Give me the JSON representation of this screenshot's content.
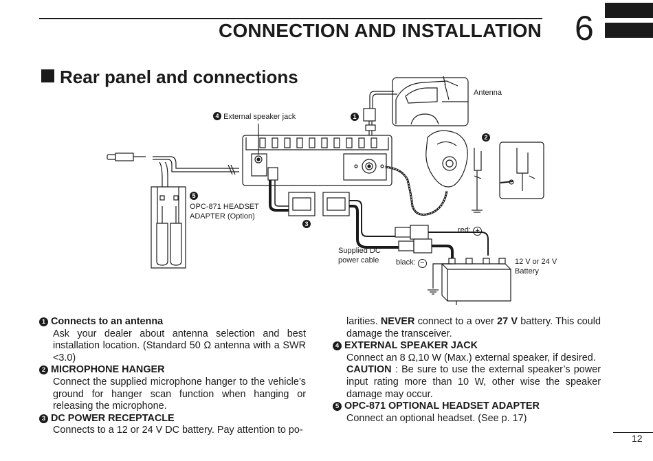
{
  "header": {
    "title": "CONNECTION AND INSTALLATION",
    "chapter_number": "6"
  },
  "section": {
    "title": "Rear panel and connections"
  },
  "diagram": {
    "labels": {
      "antenna": "Antenna",
      "external_speaker_jack": "External speaker jack",
      "headset_adapter_line1": "OPC-871 HEADSET",
      "headset_adapter_line2": "ADAPTER (Option)",
      "power_cable_line1": "Supplied DC",
      "power_cable_line2": "power cable",
      "red": "red:",
      "black": "black:",
      "battery_line1": "12 V or 24 V",
      "battery_line2": "Battery"
    },
    "markers": {
      "m1": "1",
      "m2": "2",
      "m3": "3",
      "m4": "4",
      "m5": "5"
    },
    "symbols": {
      "plus": "+",
      "minus": "−"
    }
  },
  "items": {
    "i1": {
      "marker": "1",
      "title": "Connects to an antenna",
      "body": "Ask your dealer about antenna selection and best installation location. (Standard 50 Ω antenna with a SWR <3.0)"
    },
    "i2": {
      "marker": "2",
      "title": "MICROPHONE HANGER",
      "body": "Connect the supplied microphone hanger to the vehicle’s ground for hanger scan function when hanging or releasing the microphone."
    },
    "i3": {
      "marker": "3",
      "title": "DC POWER RECEPTACLE",
      "body": "Connects to a 12 or 24 V DC battery. Pay attention to po-",
      "cont_a": "larities. ",
      "never": "NEVER",
      "cont_b": " connect to a over ",
      "volt": "27 V",
      "cont_c": " battery. This could damage the transceiver."
    },
    "i4": {
      "marker": "4",
      "title": "EXTERNAL SPEAKER JACK",
      "body": "Connect an 8 Ω,10 W (Max.) external speaker, if desired.",
      "caution_label": "CAUTION",
      "caution_text": " : Be sure to use the external speaker’s power input rating more than 10 W, other wise the speaker damage may occur."
    },
    "i5": {
      "marker": "5",
      "title": "OPC-871 OPTIONAL HEADSET ADAPTER",
      "body": "Connect an optional headset. (See p. 17)"
    }
  },
  "footer": {
    "page_number": "12"
  }
}
